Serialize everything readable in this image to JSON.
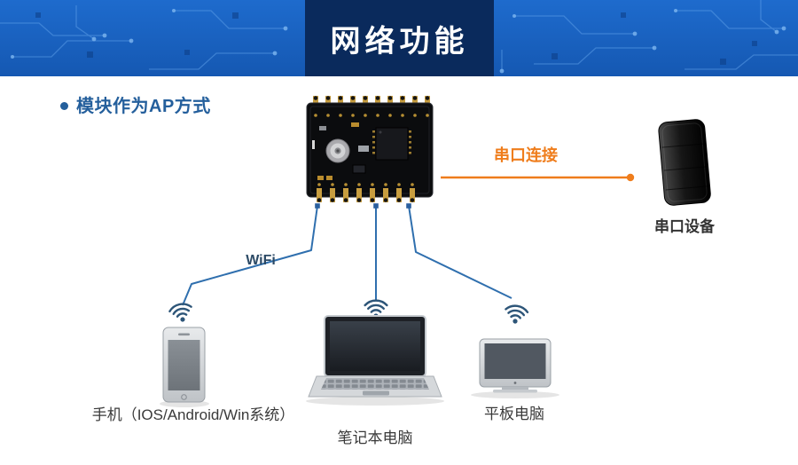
{
  "header": {
    "title": "网络功能"
  },
  "content": {
    "bullet_label": "模块作为AP方式",
    "wifi_label": "WiFi",
    "serial_link_label": "串口连接",
    "serial_device_label": "串口设备",
    "phone_label": "手机（IOS/Android/Win系统）",
    "laptop_label": "笔记本电脑",
    "tablet_label": "平板电脑"
  },
  "icons": {
    "wifi_signal": "wifi-arcs-icon",
    "connector_start": "square-node",
    "serial_line_end": "round-node"
  },
  "colors": {
    "header_blue": "#1e6bcd",
    "title_panel_navy": "#0a2a5c",
    "accent_blue": "#245f9c",
    "accent_orange": "#ef7d1c",
    "connector_blue": "#2f6fae",
    "label_gray": "#3a3a3a"
  }
}
